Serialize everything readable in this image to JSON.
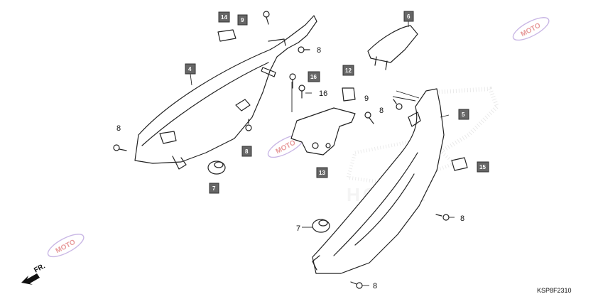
{
  "diagram": {
    "figure_code": "KSP8F2310",
    "direction_label": "FR.",
    "watermark": {
      "logo_text": "MOTO",
      "brand_text": "HONDA"
    },
    "callouts": [
      {
        "id": "c14",
        "label": "14",
        "style": "box"
      },
      {
        "id": "c9a",
        "label": "9",
        "style": "box"
      },
      {
        "id": "c6",
        "label": "6",
        "style": "box"
      },
      {
        "id": "c4",
        "label": "4",
        "style": "box"
      },
      {
        "id": "c8a",
        "label": "8",
        "style": "plain"
      },
      {
        "id": "c16a",
        "label": "16",
        "style": "box"
      },
      {
        "id": "c16b",
        "label": "16",
        "style": "plain"
      },
      {
        "id": "c12",
        "label": "12",
        "style": "box"
      },
      {
        "id": "c9b",
        "label": "9",
        "style": "plain"
      },
      {
        "id": "c8b",
        "label": "8",
        "style": "plain"
      },
      {
        "id": "c5",
        "label": "5",
        "style": "box"
      },
      {
        "id": "c8c",
        "label": "8",
        "style": "plain"
      },
      {
        "id": "c8d",
        "label": "8",
        "style": "box"
      },
      {
        "id": "c13",
        "label": "13",
        "style": "box"
      },
      {
        "id": "c7a",
        "label": "7",
        "style": "box"
      },
      {
        "id": "c15",
        "label": "15",
        "style": "box"
      },
      {
        "id": "c8e",
        "label": "8",
        "style": "plain"
      },
      {
        "id": "c7b",
        "label": "7",
        "style": "plain"
      },
      {
        "id": "c8f",
        "label": "8",
        "style": "plain"
      }
    ]
  }
}
